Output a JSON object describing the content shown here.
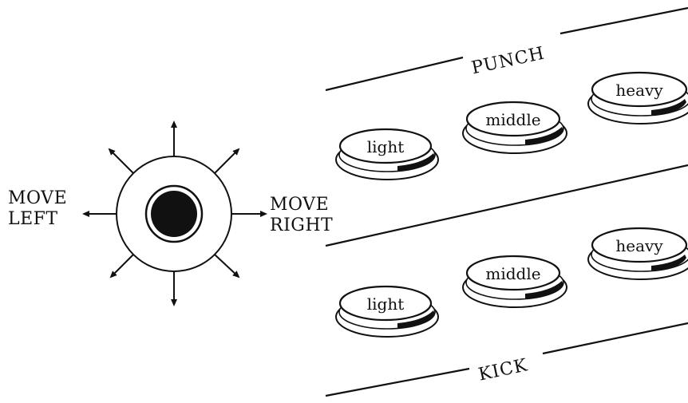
{
  "joystick": {
    "left_label_line1": "MOVE",
    "left_label_line2": "LEFT",
    "right_label_line1": "MOVE",
    "right_label_line2": "RIGHT"
  },
  "punch": {
    "title": "PUNCH",
    "buttons": [
      {
        "label": "light"
      },
      {
        "label": "middle"
      },
      {
        "label": "heavy"
      }
    ]
  },
  "kick": {
    "title": "KICK",
    "buttons": [
      {
        "label": "light"
      },
      {
        "label": "middle"
      },
      {
        "label": "heavy"
      }
    ]
  },
  "colors": {
    "ink": "#111111",
    "paper": "#ffffff"
  }
}
